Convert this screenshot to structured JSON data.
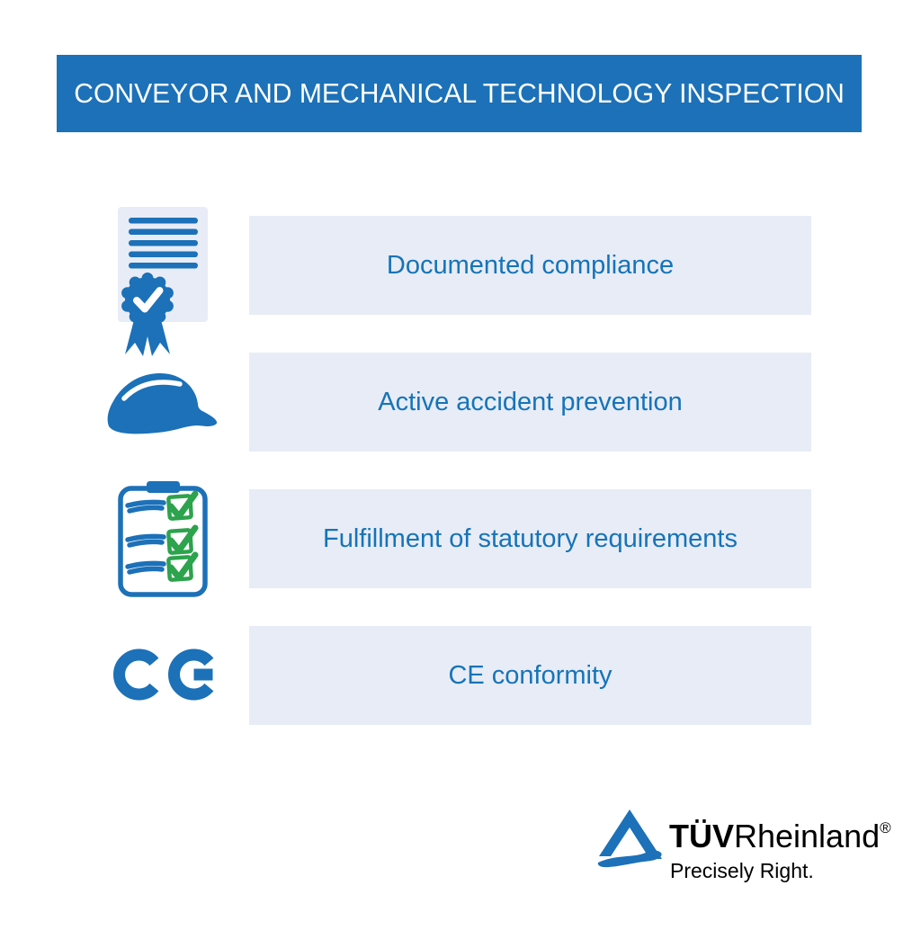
{
  "header": {
    "title": "CONVEYOR AND MECHANICAL TECHNOLOGY INSPECTION"
  },
  "benefits": [
    {
      "icon": "certificate-icon",
      "label": "Documented compliance"
    },
    {
      "icon": "hard-hat-icon",
      "label": "Active accident prevention"
    },
    {
      "icon": "checklist-icon",
      "label": "Fulfillment of statutory requirements"
    },
    {
      "icon": "ce-mark-icon",
      "label": "CE conformity"
    }
  ],
  "logo": {
    "brand_bold": "TÜV",
    "brand_regular": "Rheinland",
    "registered_mark": "®",
    "tagline": "Precisely Right."
  },
  "colors": {
    "brand_blue": "#1c71b8",
    "panel_background": "#e8ecf6",
    "panel_text_blue": "#1574b9",
    "banner_text": "#ffffff",
    "check_green": "#2ca34c",
    "logo_text": "#000000"
  }
}
